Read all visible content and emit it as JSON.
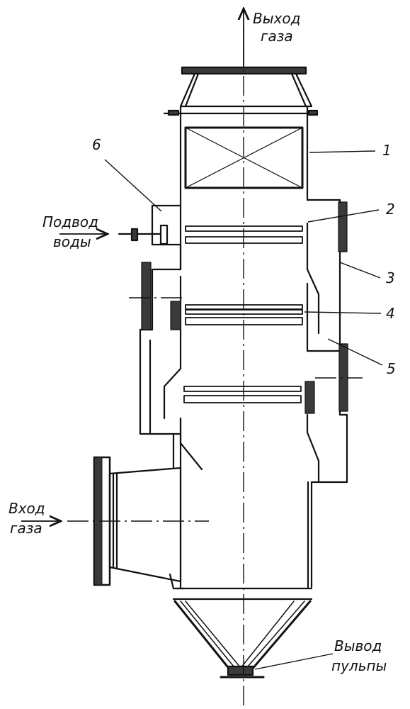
{
  "labels": {
    "gas_out_1": "Выход",
    "gas_out_2": "газа",
    "water_in_1": "Подвод",
    "water_in_2": "воды",
    "gas_in_1": "Вход",
    "gas_in_2": "газа",
    "pulp_out_1": "Вывод",
    "pulp_out_2": "пульпы"
  },
  "callouts": [
    "1",
    "2",
    "3",
    "4",
    "5",
    "6"
  ],
  "colors": {
    "ink": "#111111",
    "fill_dark": "#3a3a3a",
    "paper": "#ffffff"
  }
}
